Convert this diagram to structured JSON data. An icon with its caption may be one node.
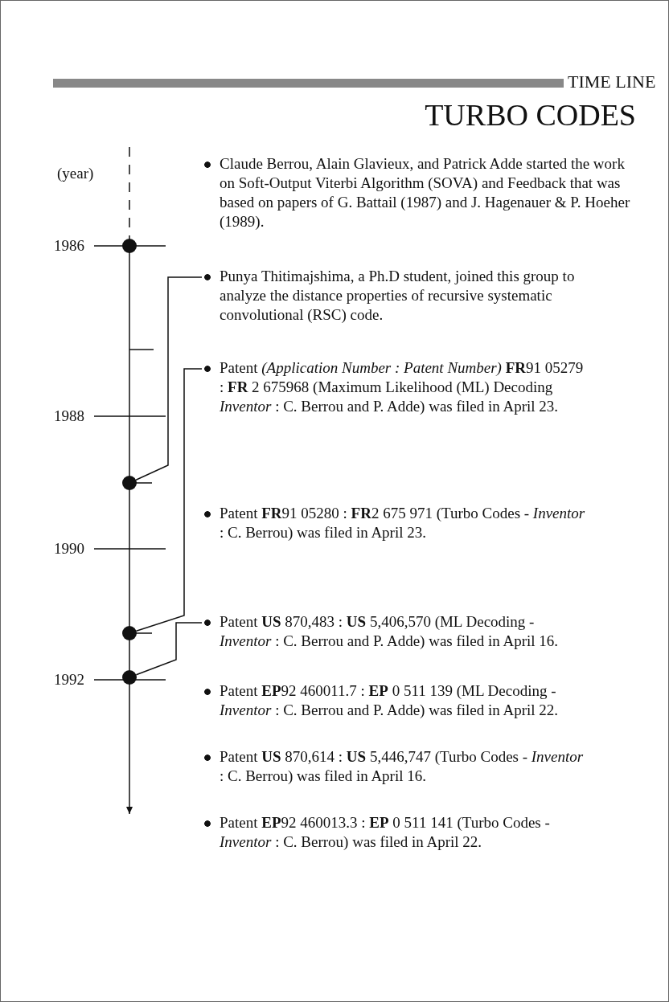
{
  "diagram": {
    "title": "TURBO CODES",
    "nodes": [
      {
        "text": [
          "Claude Berrou, Alain Glavieux, and Patrick Adde started the work on Soft-Output Viterbi Algorithm (SOVA) and Feedback that was based on papers of G. Battail (1987) and J. Hagenauer & P. Hoeher (1989)."
        ]
      },
      {
        "text": [],
        "shape": "circle"
      },
      {
        "text": [
          "Punya Thitimajshima, a Ph.D student, joined this group to analyze the distance properties of recursive systematic convolutional (RSC) code."
        ]
      },
      {
        "text": [
          "Patent *(Application Number : Patent Number)* **FR**91 05279 : **FR** 2 675968 (Maximum Likelihood (ML) Decoding *Inventor* : C. Berrou and P. Adde) was filed in April 23."
        ]
      },
      {
        "text": [],
        "shape": "circle"
      },
      {
        "text": [
          "Patent **FR**91 05280 : **FR**2 675 971 (Turbo Codes - *Inventor* : C. Berrou) was filed in April 23."
        ]
      },
      {
        "text": [],
        "shape": "circle"
      },
      {
        "text": [
          "Patent **US** 870,483 : **US** 5,406,570 (ML Decoding - *Inventor* : C. Berrou and P. Adde) was filed in April 16."
        ]
      },
      {
        "text": [],
        "shape": "circle"
      },
      {
        "text": [
          "Patent **EP**92 460011.7 : **EP** 0 511 139 (ML Decoding - *Inventor* : C. Berrou and P. Adde) was filed in April 22."
        ]
      },
      {
        "text": [
          "Patent **US** 870,614 : **US** 5,446,747 (Turbo Codes - *Inventor* : C. Berrou) was filed in April 16."
        ]
      },
      {
        "text": [
          "Patent **EP**92 460013.3 : **EP** 0 511 141 (Turbo Codes - *Inventor* : C. Berrou) was filed in April 22."
        ]
      }
    ],
    "edges": [
      {
        "from": 2,
        "to": 4,
        "arrow": "none"
      },
      {
        "from": 3,
        "to": 6,
        "arrow": "none"
      },
      {
        "from": 7,
        "to": 8,
        "arrow": "none"
      }
    ],
    "labels": [
      "TIME LINE",
      "(year)",
      "1986",
      "1988",
      "1990",
      "1992"
    ]
  }
}
